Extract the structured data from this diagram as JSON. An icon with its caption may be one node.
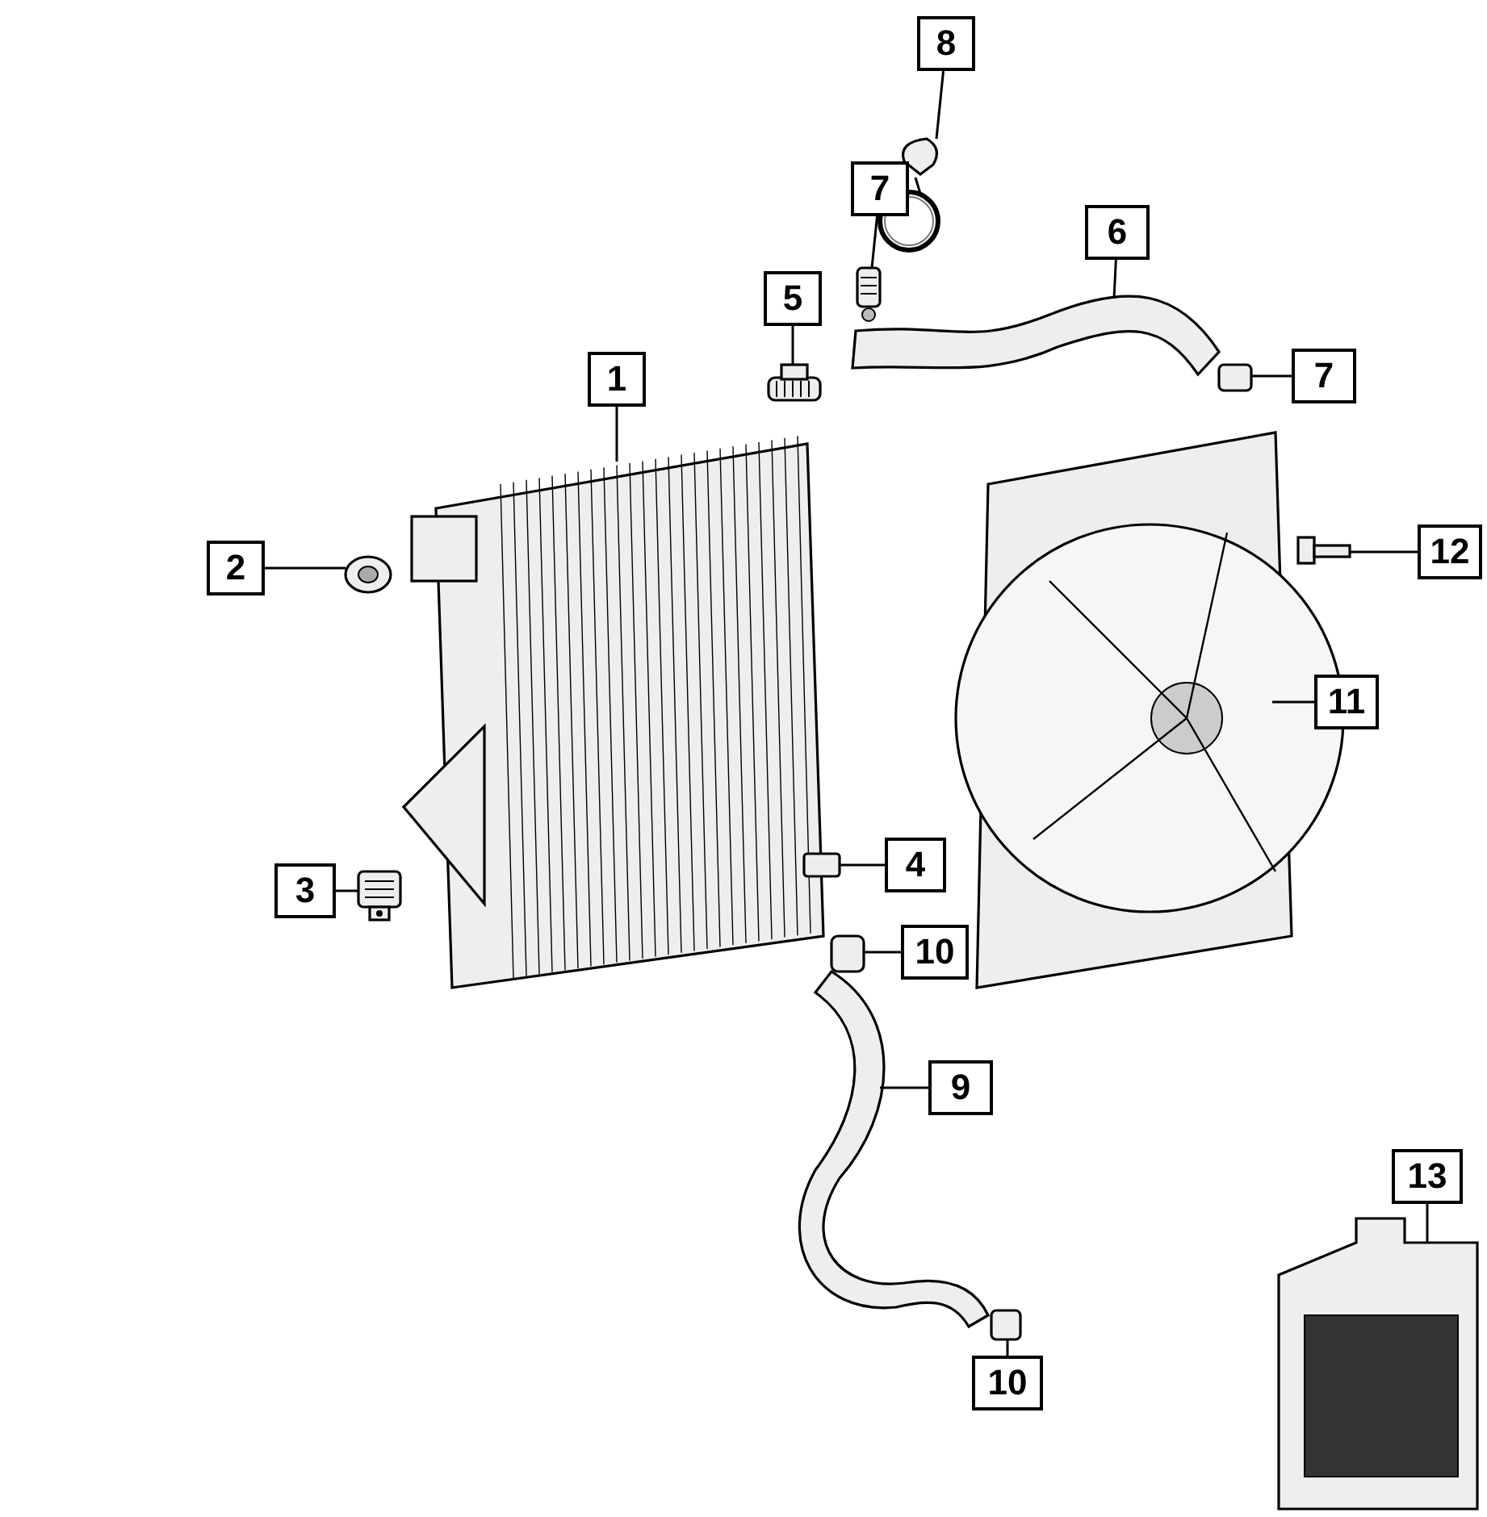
{
  "diagram": {
    "nodes": [
      {
        "text": [
          "8"
        ]
      },
      {
        "text": [],
        "shape": "picture"
      },
      {
        "text": [
          "7"
        ]
      },
      {
        "text": [],
        "shape": "picture"
      },
      {
        "text": [
          "6"
        ]
      },
      {
        "text": [],
        "shape": "picture"
      },
      {
        "text": [
          "5"
        ]
      },
      {
        "text": [],
        "shape": "picture"
      },
      {
        "text": [
          "7"
        ]
      },
      {
        "text": [],
        "shape": "picture"
      },
      {
        "text": [
          "1"
        ]
      },
      {
        "text": [],
        "shape": "picture"
      },
      {
        "text": [
          "2"
        ]
      },
      {
        "text": [],
        "shape": "picture"
      },
      {
        "text": [
          "12"
        ]
      },
      {
        "text": [],
        "shape": "picture"
      },
      {
        "text": [
          "11"
        ]
      },
      {
        "text": [],
        "shape": "picture"
      },
      {
        "text": [
          "4"
        ]
      },
      {
        "text": [],
        "shape": "picture"
      },
      {
        "text": [
          "3"
        ]
      },
      {
        "text": [],
        "shape": "picture"
      },
      {
        "text": [
          "10"
        ]
      },
      {
        "text": [],
        "shape": "picture"
      },
      {
        "text": [
          "9"
        ]
      },
      {
        "text": [],
        "shape": "picture"
      },
      {
        "text": [
          "13"
        ]
      },
      {
        "text": [],
        "shape": "picture"
      },
      {
        "text": [
          "10"
        ]
      },
      {
        "text": [],
        "shape": "picture"
      }
    ],
    "edges": [
      {
        "from": 0,
        "to": 1,
        "arrow": "none"
      },
      {
        "from": 2,
        "to": 3,
        "arrow": "none"
      },
      {
        "from": 4,
        "to": 5,
        "arrow": "none"
      },
      {
        "from": 6,
        "to": 7,
        "arrow": "none"
      },
      {
        "from": 8,
        "to": 9,
        "arrow": "none"
      },
      {
        "from": 10,
        "to": 11,
        "arrow": "none"
      },
      {
        "from": 12,
        "to": 13,
        "arrow": "none"
      },
      {
        "from": 14,
        "to": 15,
        "arrow": "none"
      },
      {
        "from": 16,
        "to": 17,
        "arrow": "none"
      },
      {
        "from": 18,
        "to": 19,
        "arrow": "none"
      },
      {
        "from": 20,
        "to": 21,
        "arrow": "none"
      },
      {
        "from": 22,
        "to": 23,
        "arrow": "none"
      },
      {
        "from": 24,
        "to": 25,
        "arrow": "none"
      },
      {
        "from": 26,
        "to": 27,
        "arrow": "none"
      },
      {
        "from": 28,
        "to": 29,
        "arrow": "none"
      }
    ]
  }
}
